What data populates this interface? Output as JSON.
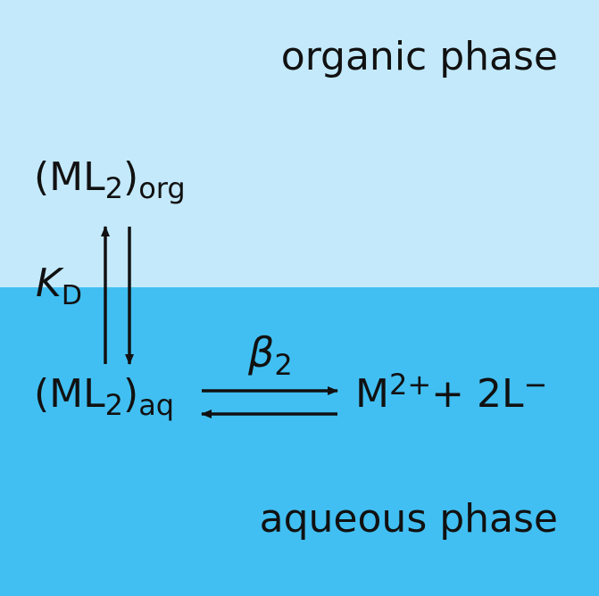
{
  "colors": {
    "organic_phase": "#c3e9fb",
    "aqueous_phase": "#41bff2",
    "text": "#111111",
    "arrow": "#111111"
  },
  "labels": {
    "organic_phase": "organic phase",
    "aqueous_phase": "aqueous phase"
  },
  "species": {
    "org_complex": {
      "main": "(ML",
      "sub": "2",
      "close": ")",
      "phase": "org"
    },
    "aq_complex": {
      "main": "(ML",
      "sub": "2",
      "close": ")",
      "phase": "aq"
    },
    "ions": {
      "metal": "M",
      "metal_charge": "2+",
      "plus": "+ ",
      "ligand": "2L",
      "ligand_charge": "−"
    }
  },
  "constants": {
    "distribution": {
      "symbol": "K",
      "sub": "D"
    },
    "formation": {
      "symbol": "β",
      "sub": "2"
    }
  }
}
